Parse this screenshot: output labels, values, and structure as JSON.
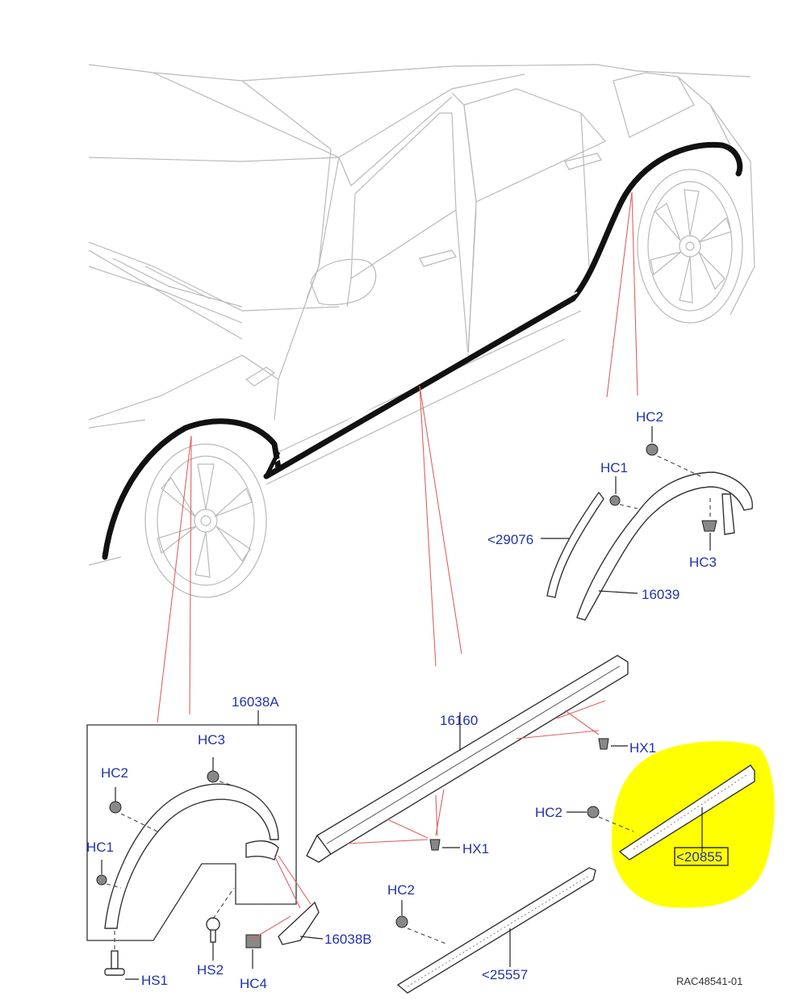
{
  "labels": {
    "hc2_top": "HC2",
    "hc1_top": "HC1",
    "hc3_top": "HC3",
    "p29076": "<29076",
    "p16039": "16039",
    "p16038a": "16038A",
    "hc3_left": "HC3",
    "hc2_left": "HC2",
    "hc1_left": "HC1",
    "hs1": "HS1",
    "hs2": "HS2",
    "hc4": "HC4",
    "p16038b": "16038B",
    "p16160": "16160",
    "hx1_upper": "HX1",
    "hx1_lower": "HX1",
    "hc2_right": "HC2",
    "p20855": "<20855",
    "hc2_bottom": "HC2",
    "p25557": "<25557",
    "ref": "RAC48541-01"
  },
  "colors": {
    "highlight": "#ffff00",
    "label_text": "#2233aa",
    "callout_lines": "#e06060"
  }
}
